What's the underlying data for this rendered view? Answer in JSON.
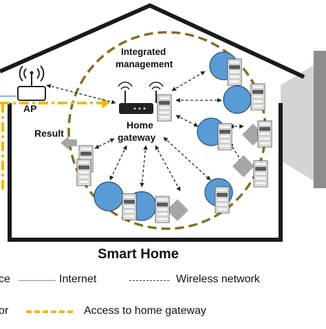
{
  "labels": {
    "integrated_management_line1": "Integrated",
    "integrated_management_line2": "management",
    "ap": "AP",
    "result": "Result",
    "home_gateway_line1": "Home",
    "home_gateway_line2": "gateway",
    "smart_home": "Smart Home"
  },
  "legend": {
    "partial_top_left": "ce",
    "internet": "Internet",
    "wireless_network": "Wireless network",
    "partial_bottom_left": "or",
    "access_to_home_gateway": "Access to home gateway"
  },
  "colors": {
    "house_outline": "#1a1a1a",
    "management_circle": "#8a6a1e",
    "internet_line": "#5b9bd5",
    "access_line": "#f2b800",
    "device_fill": "#5b9bd5",
    "device_stroke": "#2f5f8a",
    "diamond_fill": "#a6a6a6",
    "beam_fill": "#d4d4d4"
  },
  "icons": {
    "ap": "wireless-router-icon",
    "gateway": "home-gateway-router-icon",
    "device": "smart-device-icon",
    "stack": "protocol-stack-icon",
    "sensor": "sensor-diamond-icon"
  }
}
